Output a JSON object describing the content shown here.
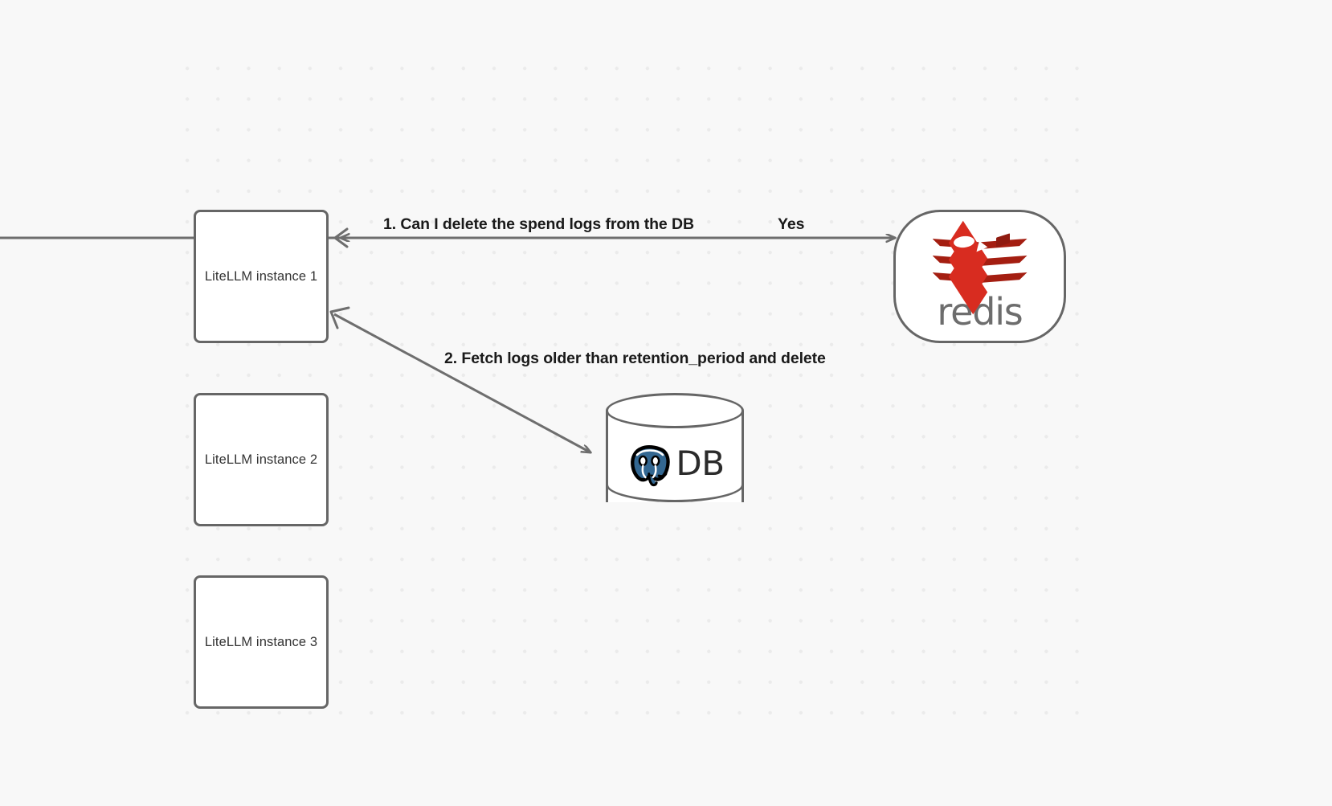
{
  "canvas": {
    "background_color": "#f8f8f8",
    "grid": "dot-grid",
    "grid_dot_color": "#ebebeb"
  },
  "nodes": [
    {
      "id": "litellm-1",
      "label": "LiteLLM instance 1",
      "shape": "rounded-rectangle",
      "border_color": "#666666",
      "fill_color": "#ffffff"
    },
    {
      "id": "litellm-2",
      "label": "LiteLLM instance 2",
      "shape": "rounded-rectangle",
      "border_color": "#666666",
      "fill_color": "#ffffff"
    },
    {
      "id": "litellm-3",
      "label": "LiteLLM instance 3",
      "shape": "rounded-rectangle",
      "border_color": "#666666",
      "fill_color": "#ffffff"
    },
    {
      "id": "redis",
      "label": "redis",
      "shape": "stadium",
      "icon": "redis-logo-icon",
      "brand_color": "#d82c20",
      "wordmark_color": "#6d6d6d"
    },
    {
      "id": "postgres-db",
      "label": "DB",
      "shape": "cylinder",
      "icon": "postgresql-elephant-icon",
      "brand_color": "#336791"
    }
  ],
  "edges": [
    {
      "id": "edge-1",
      "from": "litellm-1",
      "to": "redis",
      "direction": "bidirectional",
      "label": "1.  Can I delete the spend logs from the DB",
      "label_secondary": "Yes",
      "color": "#6e6e6e"
    },
    {
      "id": "edge-2",
      "from": "litellm-1",
      "to": "postgres-db",
      "direction": "bidirectional",
      "label": "2.  Fetch logs older than retention_period and delete",
      "color": "#6e6e6e"
    }
  ]
}
